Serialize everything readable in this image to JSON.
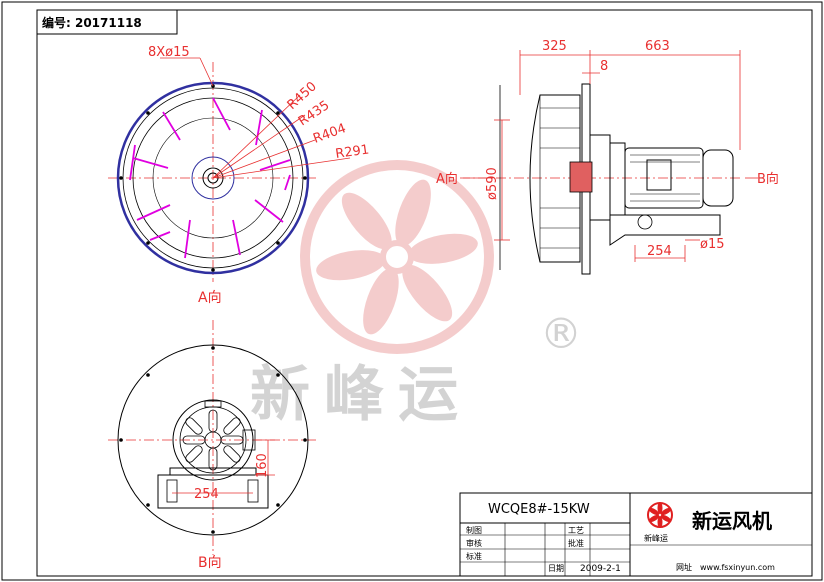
{
  "header": {
    "serial_label": "编号: 20171118"
  },
  "top_view": {
    "holes": "8Xø15",
    "radii": [
      "R450",
      "R435",
      "R404",
      "R291"
    ],
    "caption": "A向"
  },
  "side_view": {
    "dim_left": "325",
    "dim_right": "663",
    "dim_small": "8",
    "dia": "ø590",
    "a_arrow": "A向",
    "b_arrow": "B向",
    "base_dim": "254",
    "hole": "ø15"
  },
  "bottom_view": {
    "height": "160",
    "base_dim": "254",
    "caption": "B向"
  },
  "watermark": {
    "text": "新峰运",
    "reg": "®"
  },
  "title_block": {
    "model": "WCQE8#-15KW",
    "company": "新运风机",
    "logo_text": "新峰运",
    "rows": {
      "draw": "制图",
      "check": "审核",
      "craft": "工艺",
      "approve": "批准",
      "std": "标准",
      "date_lbl": "日期",
      "date": "2009-2-1"
    },
    "website_label": "网址",
    "website": "www.fsxinyun.com"
  },
  "colors": {
    "dim": "#e83030",
    "blade": "#e000e0",
    "outline": "#000000",
    "watermark": "#f0b0b0"
  }
}
